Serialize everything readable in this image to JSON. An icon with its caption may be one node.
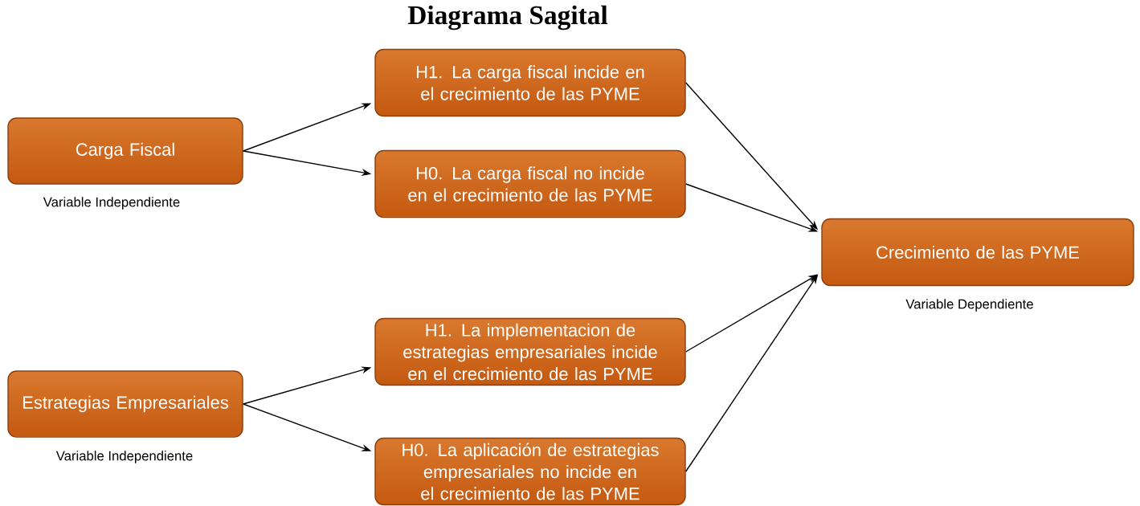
{
  "diagram": {
    "title": "Diagrama Sagital",
    "nodes": [
      {
        "text": [
          "Carga Fiscal"
        ],
        "beside": [
          "Variable Independiente"
        ]
      },
      {
        "text": [
          "H1. La carga fiscal incide en el crecimiento de las PYME"
        ]
      },
      {
        "text": [
          "H0. La carga fiscal no incide en el crecimiento de las PYME"
        ]
      },
      {
        "text": [
          "Crecimiento de las PYME"
        ],
        "beside": [
          "Variable Dependiente"
        ]
      },
      {
        "text": [
          "H1. La implementacion de estrategias empresariales incide en el crecimiento de las PYME"
        ]
      },
      {
        "text": [
          "Estrategias Empresariales"
        ],
        "beside": [
          "Variable Independiente"
        ]
      },
      {
        "text": [
          "H0. La aplicación de estrategias empresariales no incide en el crecimiento de las PYME"
        ]
      }
    ],
    "edges": [
      {
        "from": 0,
        "to": 1,
        "arrow": "to"
      },
      {
        "from": 0,
        "to": 2,
        "arrow": "to"
      },
      {
        "from": 1,
        "to": 3,
        "arrow": "to"
      },
      {
        "from": 2,
        "to": 3,
        "arrow": "to"
      },
      {
        "from": 5,
        "to": 4,
        "arrow": "to"
      },
      {
        "from": 5,
        "to": 6,
        "arrow": "to"
      },
      {
        "from": 4,
        "to": 3,
        "arrow": "to"
      },
      {
        "from": 6,
        "to": 3,
        "arrow": "to"
      }
    ]
  }
}
